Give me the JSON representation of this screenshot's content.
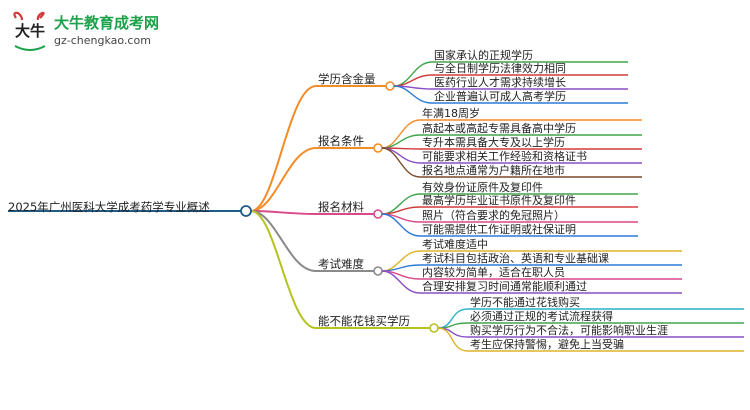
{
  "logo": {
    "glyph": "大牛",
    "name": "大牛教育成考网",
    "url": "gz-chengkao.com"
  },
  "root": {
    "label": "2025年广州医科大学成考药学专业概述",
    "color": "#1f5c87"
  },
  "branches": [
    {
      "label": "学历含金量",
      "color": "#f28c28",
      "leaves": [
        {
          "text": "国家承认的正规学历",
          "color": "#3fa64a"
        },
        {
          "text": "与全日制学历法律效力相同",
          "color": "#d23b3b"
        },
        {
          "text": "医药行业人才需求持续增长",
          "color": "#8a4fc6"
        },
        {
          "text": "企业普遍认可成人高考学历",
          "color": "#2b7bd6"
        }
      ]
    },
    {
      "label": "报名条件",
      "color": "#f28c28",
      "leaves": [
        {
          "text": "年满18周岁",
          "color": "#f28c28"
        },
        {
          "text": "高起本或高起专需具备高中学历",
          "color": "#3fa64a"
        },
        {
          "text": "专升本需具备大专及以上学历",
          "color": "#d23b3b"
        },
        {
          "text": "可能要求相关工作经验和资格证书",
          "color": "#8a4fc6"
        },
        {
          "text": "报名地点通常为户籍所在地市",
          "color": "#7a4a2a"
        }
      ]
    },
    {
      "label": "报名材料",
      "color": "#d84a8a",
      "leaves": [
        {
          "text": "有效身份证原件及复印件",
          "color": "#3fa64a"
        },
        {
          "text": "最高学历毕业证书原件及复印件",
          "color": "#d23b3b"
        },
        {
          "text": "照片（符合要求的免冠照片）",
          "color": "#d84a8a"
        },
        {
          "text": "可能需提供工作证明或社保证明",
          "color": "#2b7bd6"
        }
      ]
    },
    {
      "label": "考试难度",
      "color": "#8a8a8a",
      "leaves": [
        {
          "text": "考试难度适中",
          "color": "#e0b32a"
        },
        {
          "text": "考试科目包括政治、英语和专业基础课",
          "color": "#2b7bd6"
        },
        {
          "text": "内容较为简单，适合在职人员",
          "color": "#d84a8a"
        },
        {
          "text": "合理安排复习时间通常能顺利通过",
          "color": "#8a4fc6"
        }
      ]
    },
    {
      "label": "能不能花钱买学历",
      "color": "#b5c21f",
      "leaves": [
        {
          "text": "学历不能通过花钱购买",
          "color": "#2bb0c8"
        },
        {
          "text": "必须通过正规的考试流程获得",
          "color": "#3fa64a"
        },
        {
          "text": "购买学历行为不合法，可能影响职业生涯",
          "color": "#8a4fc6"
        },
        {
          "text": "考生应保持警惕，避免上当受骗",
          "color": "#e0b32a"
        }
      ]
    }
  ]
}
